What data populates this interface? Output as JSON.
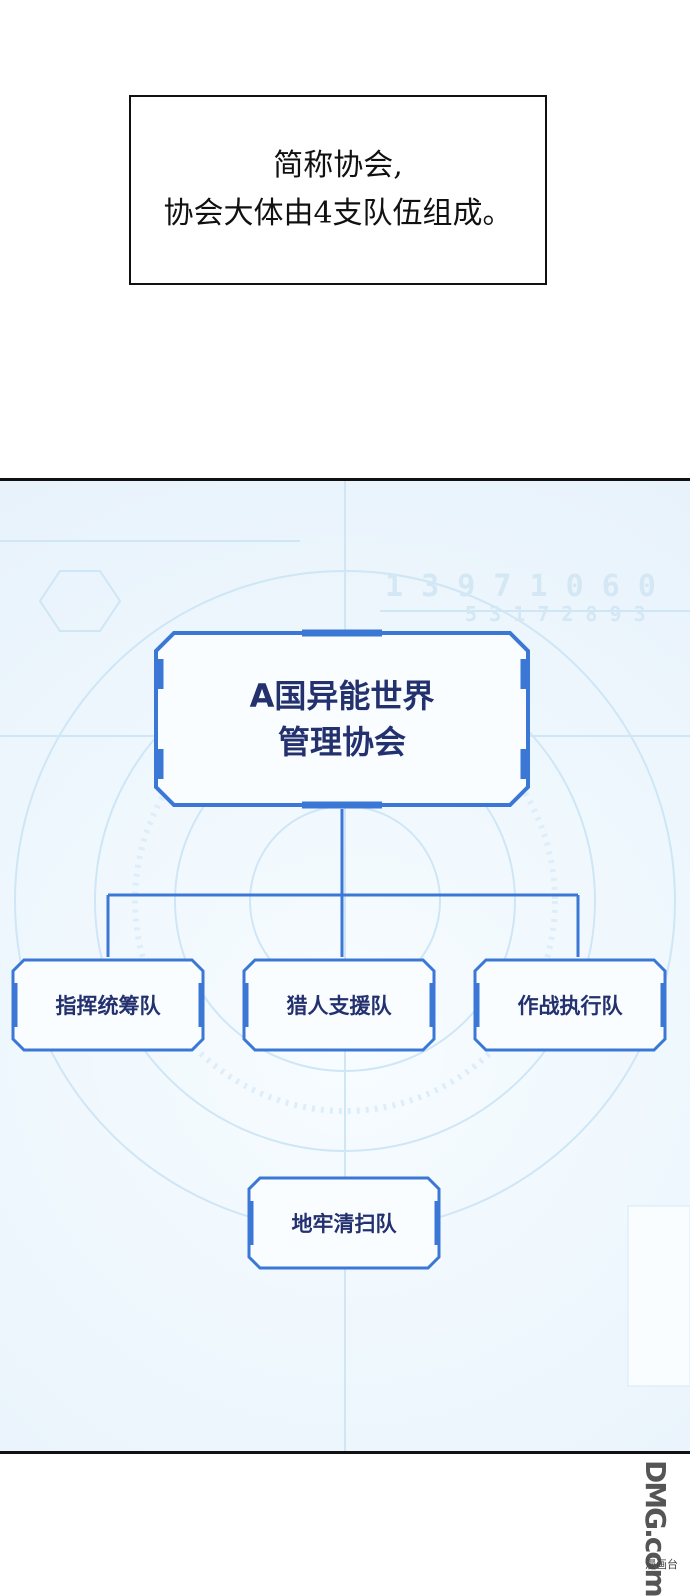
{
  "caption": {
    "line1": "简称协会,",
    "line2": "协会大体由4支队伍组成。"
  },
  "chart": {
    "root": {
      "line1": "A国异能世界",
      "line2": "管理协会"
    },
    "teams": [
      {
        "label": "指挥统筹队"
      },
      {
        "label": "猎人支援队"
      },
      {
        "label": "作战执行队"
      },
      {
        "label": "地牢清扫队"
      }
    ]
  },
  "background": {
    "digits_row1": "1 3 9 7 1 0 6 0",
    "digits_row2": "5 3 1 7 2 8 9 3"
  },
  "colors": {
    "node_border": "#3b78d6",
    "node_text": "#24316f",
    "connector": "#3b78d6"
  },
  "watermark": {
    "logo": "DMG.com",
    "text": "漫画台"
  }
}
